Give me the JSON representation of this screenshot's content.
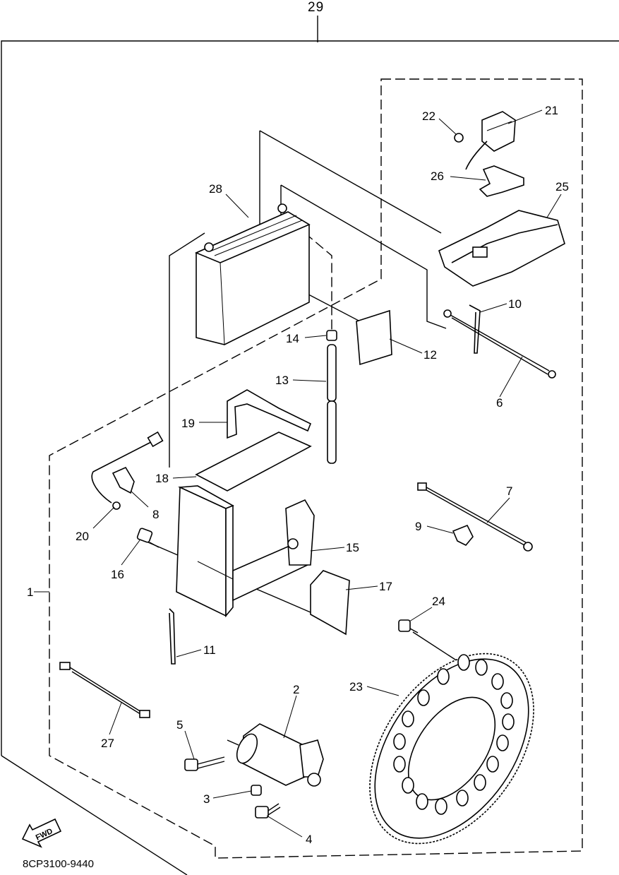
{
  "assembly_label": "29",
  "drawing_code": "8CP3100-9440",
  "fwd_label": "FWD",
  "callouts": {
    "c1": "1",
    "c2": "2",
    "c3": "3",
    "c4": "4",
    "c5": "5",
    "c6": "6",
    "c7": "7",
    "c8": "8",
    "c9": "9",
    "c10": "10",
    "c11": "11",
    "c12": "12",
    "c13": "13",
    "c14": "14",
    "c15": "15",
    "c16": "16",
    "c17": "17",
    "c18": "18",
    "c19": "19",
    "c20": "20",
    "c21": "21",
    "c22": "22",
    "c23": "23",
    "c24": "24",
    "c25": "25",
    "c26": "26",
    "c27": "27",
    "c28": "28"
  }
}
